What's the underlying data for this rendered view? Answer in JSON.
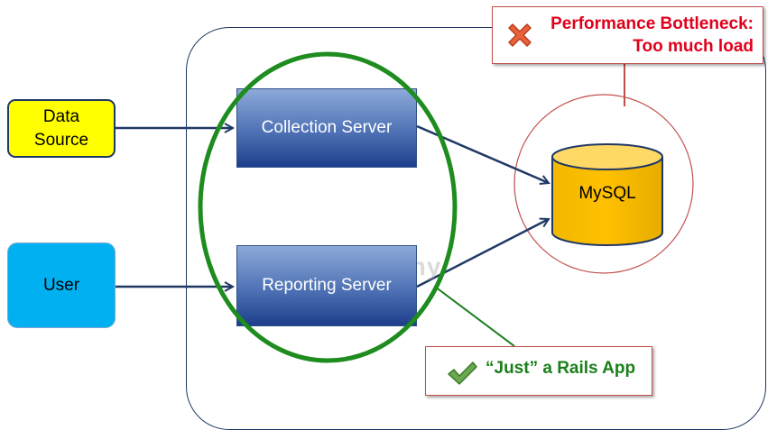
{
  "diagram": {
    "nodes": {
      "data_source": "Data\nSource",
      "user": "User",
      "collection_server": "Collection Server",
      "reporting_server": "Reporting Server",
      "mysql": "MySQL"
    },
    "callouts": {
      "bottleneck_line1": "Performance Bottleneck:",
      "bottleneck_line2": "Too much load",
      "rails": "“Just” a Rails App"
    },
    "watermark": "Wikitechy",
    "colors": {
      "data_source_fill": "#ffff00",
      "user_fill": "#00b0f0",
      "server_fill": "#4f72b5",
      "db_fill": "#ffc000",
      "ellipse_stroke": "#1e8c1e",
      "bottleneck_text": "#e0001b",
      "rails_text": "#1a7f1a",
      "arrow": "#1f3864"
    },
    "icons": {
      "bottleneck": "x-mark-icon",
      "rails": "check-mark-icon"
    }
  }
}
